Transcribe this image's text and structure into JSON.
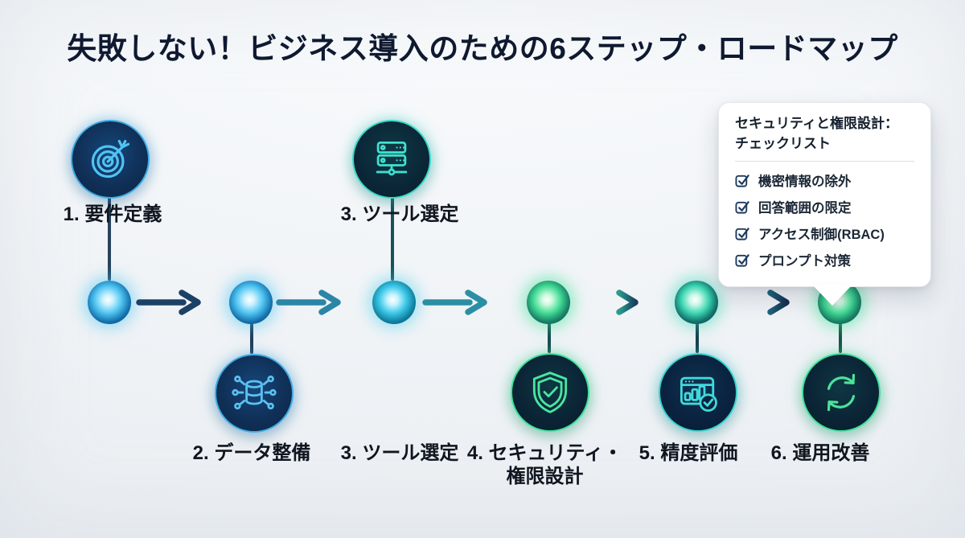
{
  "title": "失敗しない！ビジネス導入のための6ステップ・ロードマップ",
  "steps": [
    {
      "label": "1. 要件定義",
      "icon": "target-icon"
    },
    {
      "label": "2. データ整備",
      "icon": "database-network-icon"
    },
    {
      "label": "3. ツール選定",
      "icon": "server-icon"
    },
    {
      "label_line1": "4. セキュリティ・",
      "label_line2": "権限設計",
      "icon": "shield-check-icon"
    },
    {
      "label": "5. 精度評価",
      "icon": "dashboard-check-icon"
    },
    {
      "label": "6. 運用改善",
      "icon": "sync-icon"
    }
  ],
  "bottom_duplicate_label": "3. ツール選定",
  "callout": {
    "title_line1": "セキュリティと権限設計：",
    "title_line2": "チェックリスト",
    "items": [
      "機密情報の除外",
      "回答範囲の限定",
      "アクセス制御(RBAC)",
      "プロンプト対策"
    ]
  },
  "colors": {
    "background": "#f1f4f7",
    "title_text": "#0f1930",
    "label_text": "#10161f",
    "node_blue": "#40c4f4",
    "node_cyan": "#3ec9e8",
    "node_green": "#3ee296",
    "node_mint": "#3fd8b4",
    "arrow_navy": "#1c4166",
    "arrow_teal": "#2a85a6",
    "callout_bg": "#ffffff",
    "checkbox_stroke": "#1e3a5f"
  }
}
